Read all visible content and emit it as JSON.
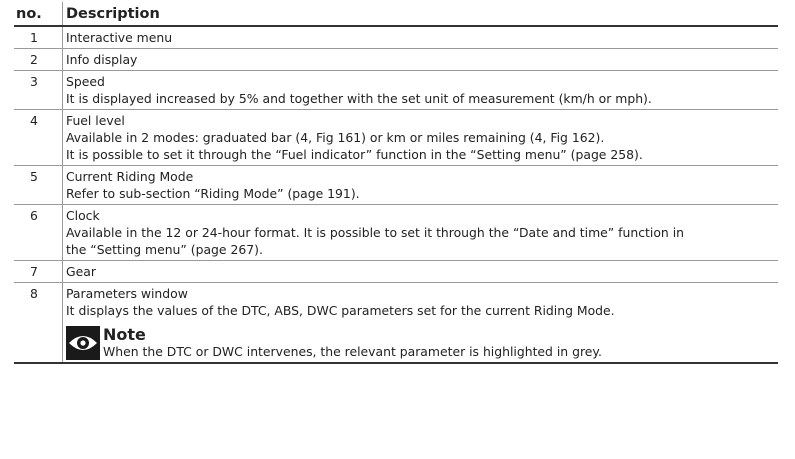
{
  "header": {
    "no": "no.",
    "description": "Description"
  },
  "rows": [
    {
      "no": "1",
      "lines": [
        "Interactive menu"
      ]
    },
    {
      "no": "2",
      "lines": [
        "Info display"
      ]
    },
    {
      "no": "3",
      "lines": [
        "Speed",
        "It is displayed increased by 5% and together with the set unit of measurement (km/h or mph)."
      ]
    },
    {
      "no": "4",
      "lines": [
        "Fuel level",
        "Available in 2 modes: graduated bar (4, Fig 161) or km or miles remaining (4, Fig 162).",
        "It is possible to set it through the “Fuel indicator” function in the “Setting menu” (page 258)."
      ]
    },
    {
      "no": "5",
      "lines": [
        "Current Riding Mode",
        "Refer to sub-section “Riding Mode” (page 191)."
      ]
    },
    {
      "no": "6",
      "lines": [
        "Clock",
        "Available in the 12 or 24-hour format. It is possible to set it through the “Date and time” function in",
        "the “Setting menu” (page 267)."
      ]
    },
    {
      "no": "7",
      "lines": [
        "Gear"
      ]
    },
    {
      "no": "8",
      "lines": [
        "Parameters window",
        "It displays the values of the DTC, ABS, DWC parameters set for the current Riding Mode."
      ]
    }
  ],
  "note": {
    "icon": "eye-icon",
    "title": "Note",
    "text": "When the DTC or DWC intervenes, the relevant parameter is highlighted in grey."
  }
}
